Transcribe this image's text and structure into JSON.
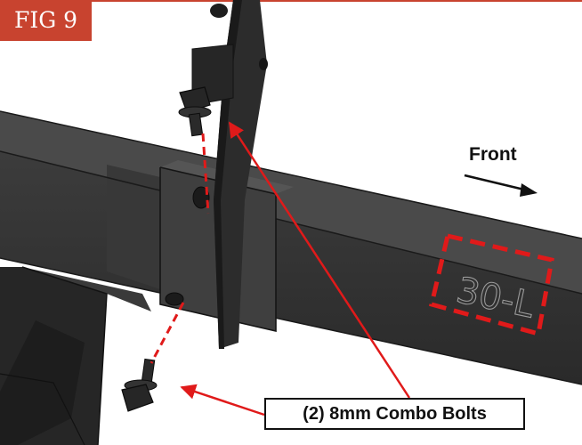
{
  "figure": {
    "label": "FIG 9"
  },
  "direction": {
    "label": "Front"
  },
  "part_marking": {
    "text": "30-L"
  },
  "callout": {
    "label": "(2) 8mm Combo Bolts"
  },
  "colors": {
    "accent_red": "#e01a1a",
    "figure_tag_bg": "#c8432f",
    "part_dark": "#303030"
  },
  "icons": [
    "front-direction-arrow",
    "bolt-icon",
    "dashed-alignment-line",
    "leader-arrow"
  ]
}
